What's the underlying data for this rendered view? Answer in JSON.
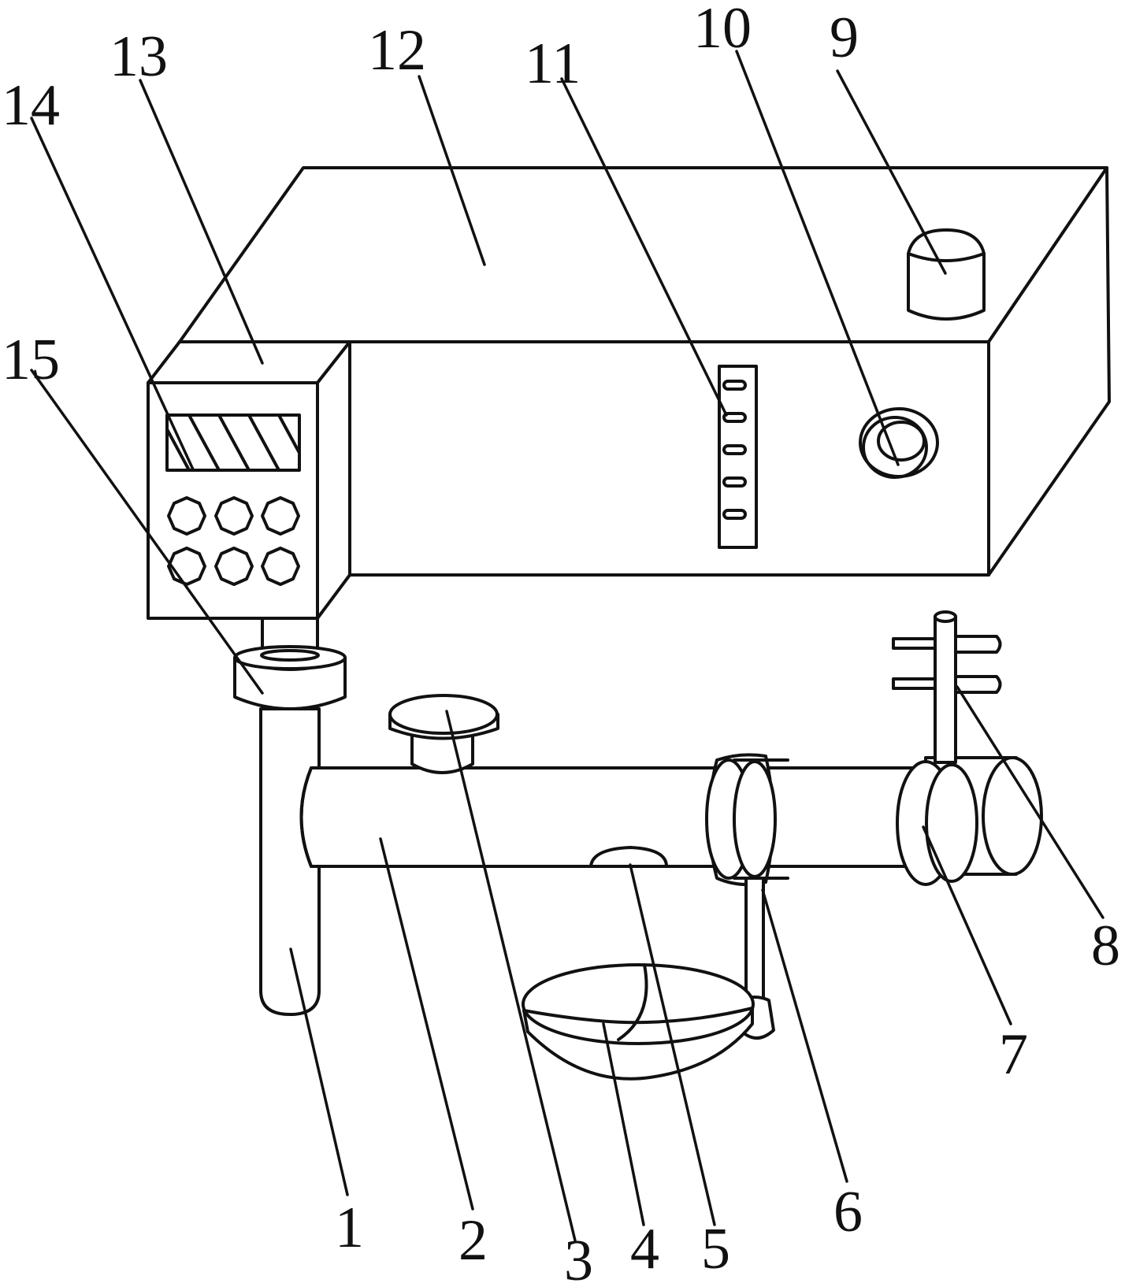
{
  "diagram": {
    "labels": [
      {
        "id": "1",
        "text": "1"
      },
      {
        "id": "2",
        "text": "2"
      },
      {
        "id": "3",
        "text": "3"
      },
      {
        "id": "4",
        "text": "4"
      },
      {
        "id": "5",
        "text": "5"
      },
      {
        "id": "6",
        "text": "6"
      },
      {
        "id": "7",
        "text": "7"
      },
      {
        "id": "8",
        "text": "8"
      },
      {
        "id": "9",
        "text": "9"
      },
      {
        "id": "10",
        "text": "10"
      },
      {
        "id": "11",
        "text": "11"
      },
      {
        "id": "12",
        "text": "12"
      },
      {
        "id": "13",
        "text": "13"
      },
      {
        "id": "14",
        "text": "14"
      },
      {
        "id": "15",
        "text": "15"
      }
    ]
  }
}
